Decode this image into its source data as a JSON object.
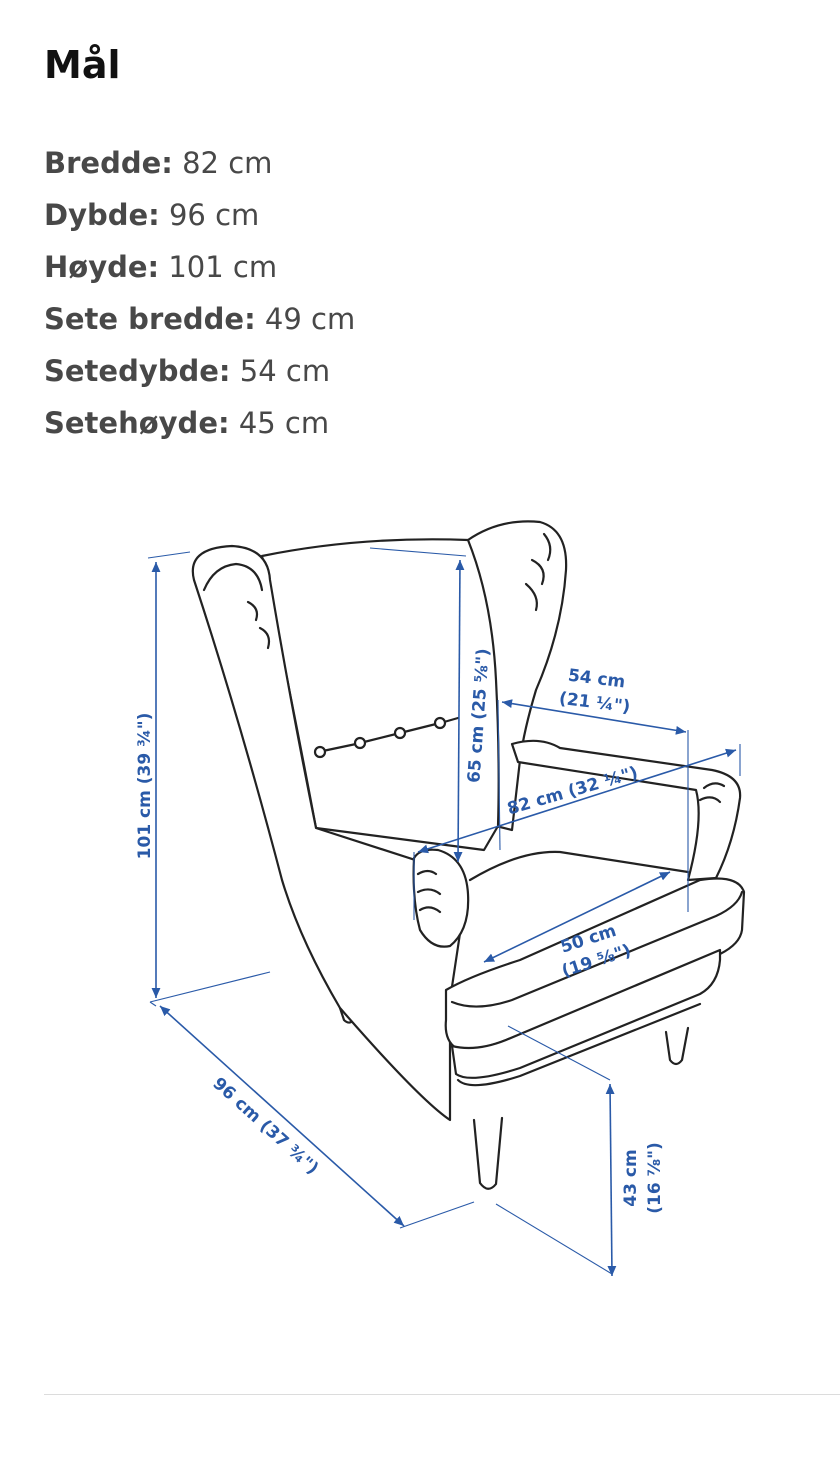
{
  "section": {
    "title": "Mål"
  },
  "dimensions": [
    {
      "label": "Bredde:",
      "value": "82 cm"
    },
    {
      "label": "Dybde:",
      "value": "96 cm"
    },
    {
      "label": "Høyde:",
      "value": "101 cm"
    },
    {
      "label": "Sete bredde:",
      "value": "49 cm"
    },
    {
      "label": "Setedybde:",
      "value": "54 cm"
    },
    {
      "label": "Setehøyde:",
      "value": "45 cm"
    }
  ],
  "diagram": {
    "line_color": "#222222",
    "dimension_color": "#2a5aa8",
    "labels": {
      "height_total": "101 cm (39 ¾\")",
      "back_height": "65 cm (25 ⅝\")",
      "arm_depth_cm": "54 cm",
      "arm_depth_in": "(21 ¼\")",
      "width": "82 cm (32 ¼\")",
      "seat_width_cm": "50 cm",
      "seat_width_in": "(19 ⅝\")",
      "depth": "96 cm (37 ¾\")",
      "seat_height_cm": "43 cm",
      "seat_height_in": "(16 ⅞\")"
    }
  }
}
